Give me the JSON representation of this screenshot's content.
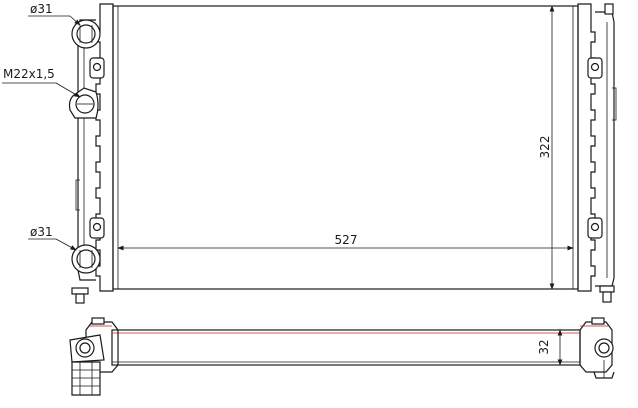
{
  "annotations": {
    "inlet_top": "ø31",
    "thread": "M22x1,5",
    "inlet_bottom": "ø31",
    "width": "527",
    "height": "322",
    "depth": "32"
  }
}
